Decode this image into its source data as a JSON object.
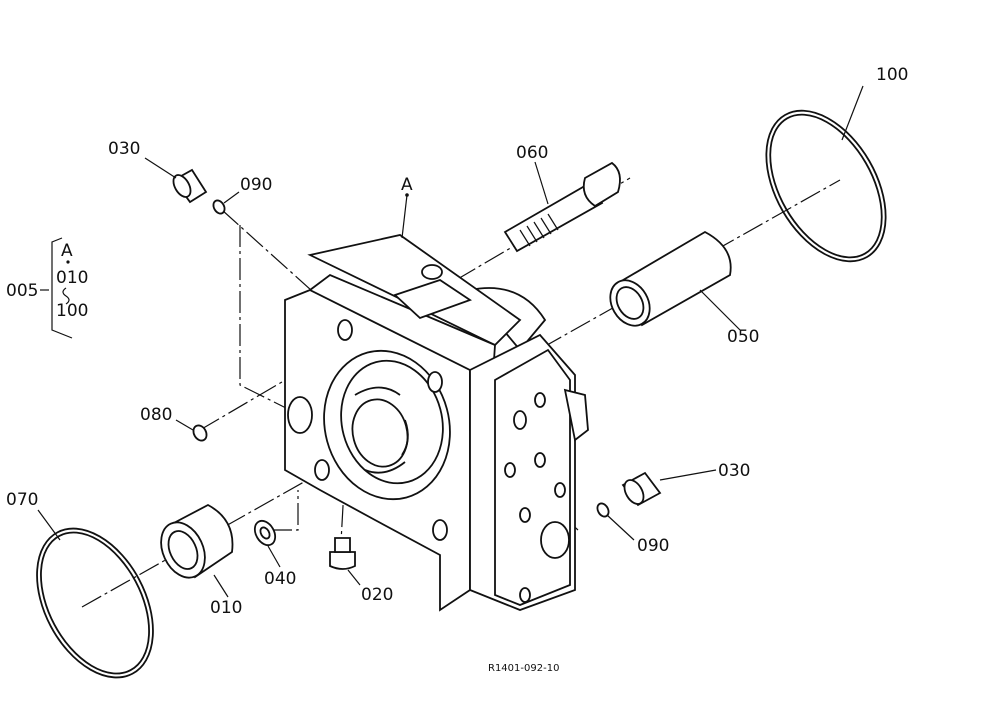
{
  "labels": {
    "p100": "100",
    "p030a": "030",
    "p090a": "090",
    "p060": "060",
    "pA": "A",
    "p050": "050",
    "p080": "080",
    "p030b": "030",
    "p070": "070",
    "p090b": "090",
    "p040": "040",
    "p010": "010",
    "p020": "020"
  },
  "assembly": {
    "number": "005",
    "items": [
      "A",
      "010",
      "100"
    ]
  },
  "reference_code": "R1401-092-10"
}
